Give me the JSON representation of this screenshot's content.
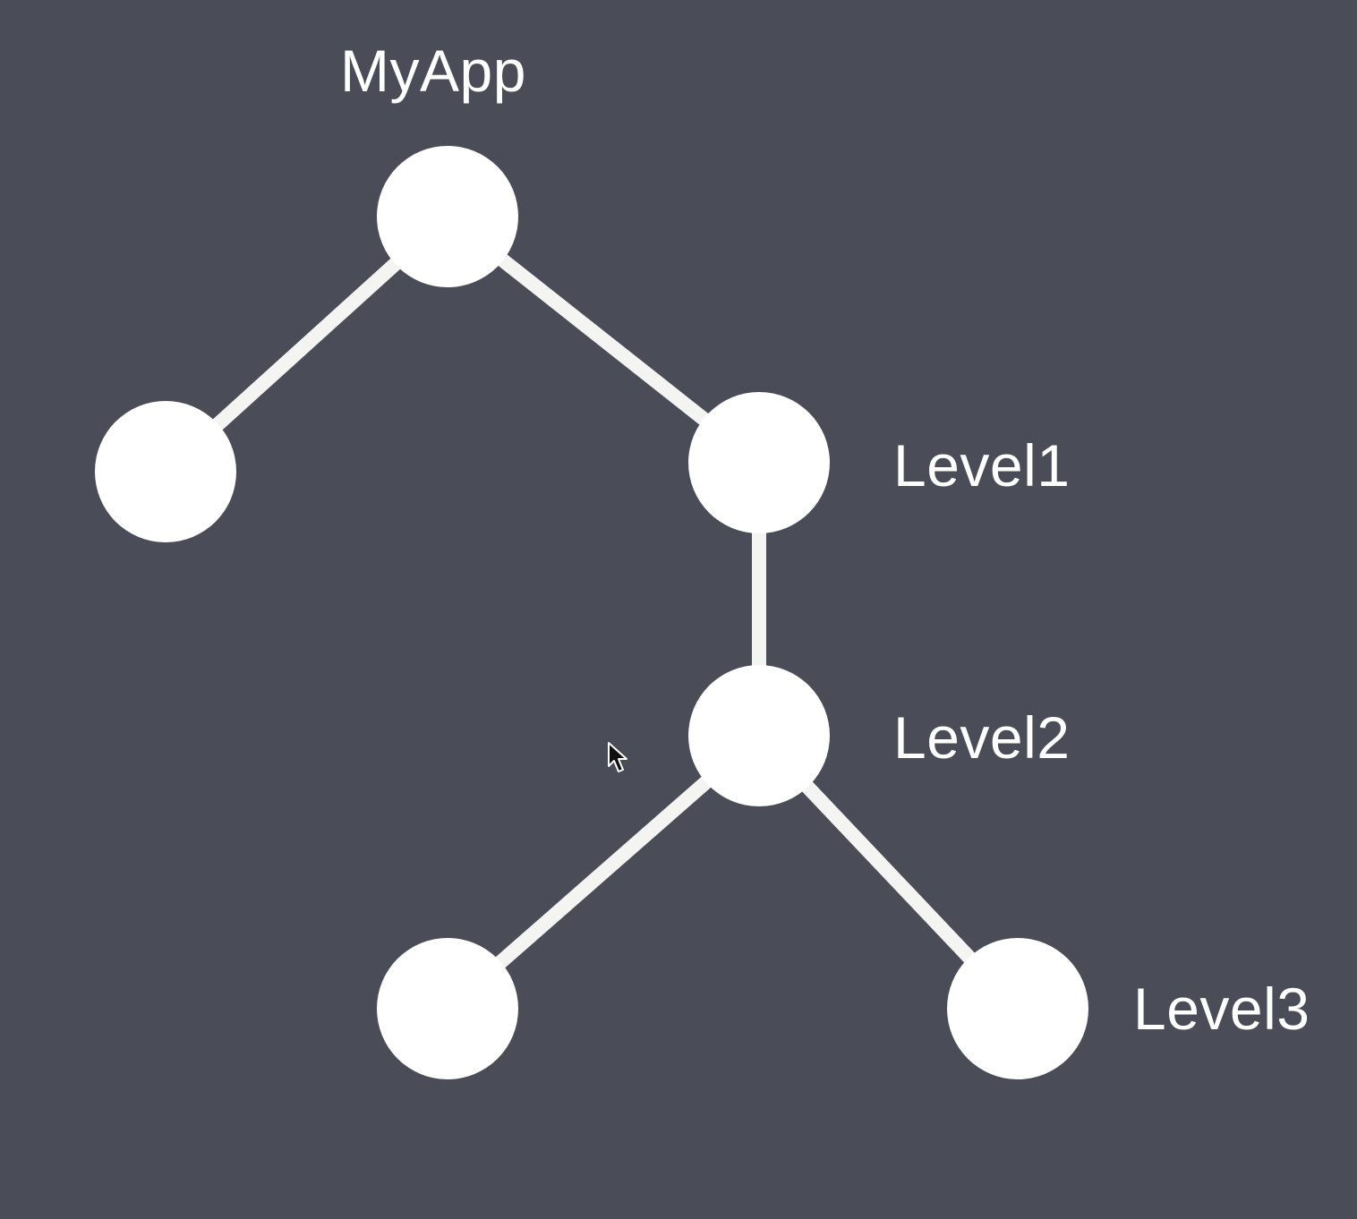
{
  "diagram": {
    "type": "tree",
    "colors": {
      "background": "#4a4d57",
      "node": "#ffffff",
      "edge": "#f4f4f2",
      "label": "#ffffff"
    },
    "labels": {
      "root": "MyApp",
      "level1": "Level1",
      "level2": "Level2",
      "level3": "Level3"
    },
    "nodes": [
      {
        "id": "root",
        "label": "MyApp"
      },
      {
        "id": "left-child",
        "label": ""
      },
      {
        "id": "level1",
        "label": "Level1"
      },
      {
        "id": "level2",
        "label": "Level2"
      },
      {
        "id": "level3-left",
        "label": ""
      },
      {
        "id": "level3-right",
        "label": "Level3"
      }
    ],
    "edges": [
      {
        "from": "root",
        "to": "left-child"
      },
      {
        "from": "root",
        "to": "level1"
      },
      {
        "from": "level1",
        "to": "level2"
      },
      {
        "from": "level2",
        "to": "level3-left"
      },
      {
        "from": "level2",
        "to": "level3-right"
      }
    ],
    "cursor_icon": "mouse-pointer-icon"
  }
}
